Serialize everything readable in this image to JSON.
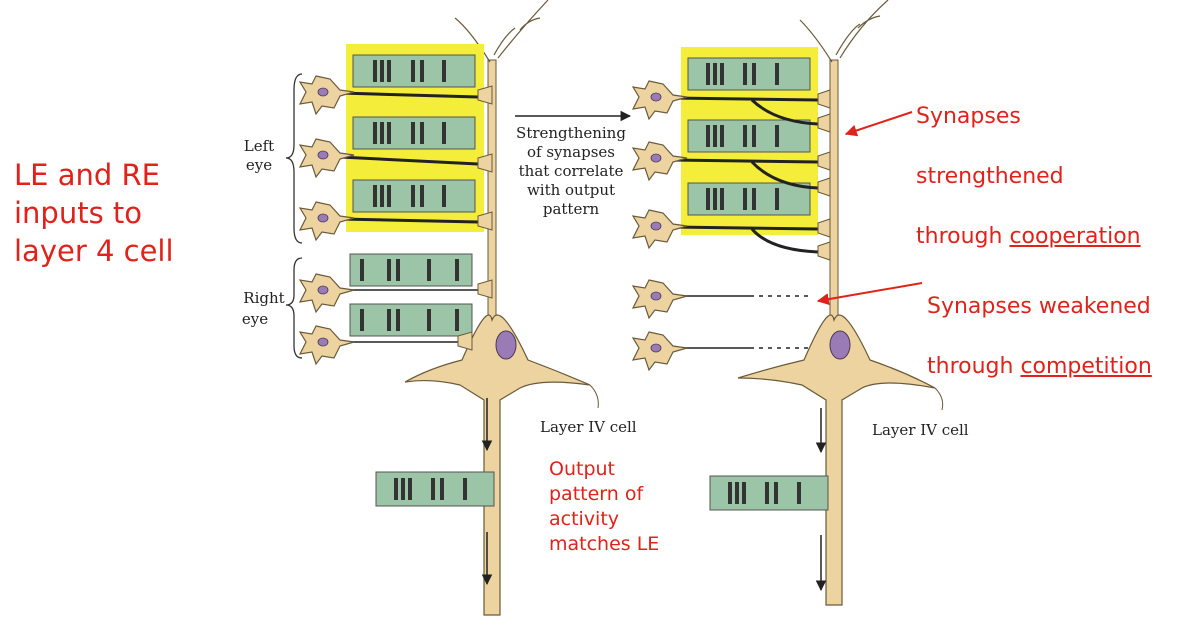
{
  "title": "LE and RE\ninputs to\nlayer 4 cell",
  "output_note": "Output\npattern of\nactivity\nmatches LE",
  "strengthened": {
    "line1": "Synapses",
    "line2": "strengthened",
    "line3_prefix": "through ",
    "line3_term": "cooperation"
  },
  "weakened": {
    "line1": "Synapses weakened",
    "line2_prefix": "through ",
    "line2_term": "competition"
  },
  "left_eye_label": {
    "line1": "Left",
    "line2": "eye"
  },
  "right_eye_label": {
    "line1": "Right",
    "line2": "eye"
  },
  "arrow_caption": [
    "Strengthening",
    "of synapses",
    "that correlate",
    "with output",
    "pattern"
  ],
  "cell_label_left": "Layer IV cell",
  "cell_label_right": "Layer IV cell",
  "colors": {
    "annotation_red": "#e0221b",
    "pattern_green": "#9cc4a6",
    "highlight_yellow": "#f4ee3a",
    "neuron_tan": "#ecd3a0",
    "nucleus_purple": "#9b7bb6"
  }
}
